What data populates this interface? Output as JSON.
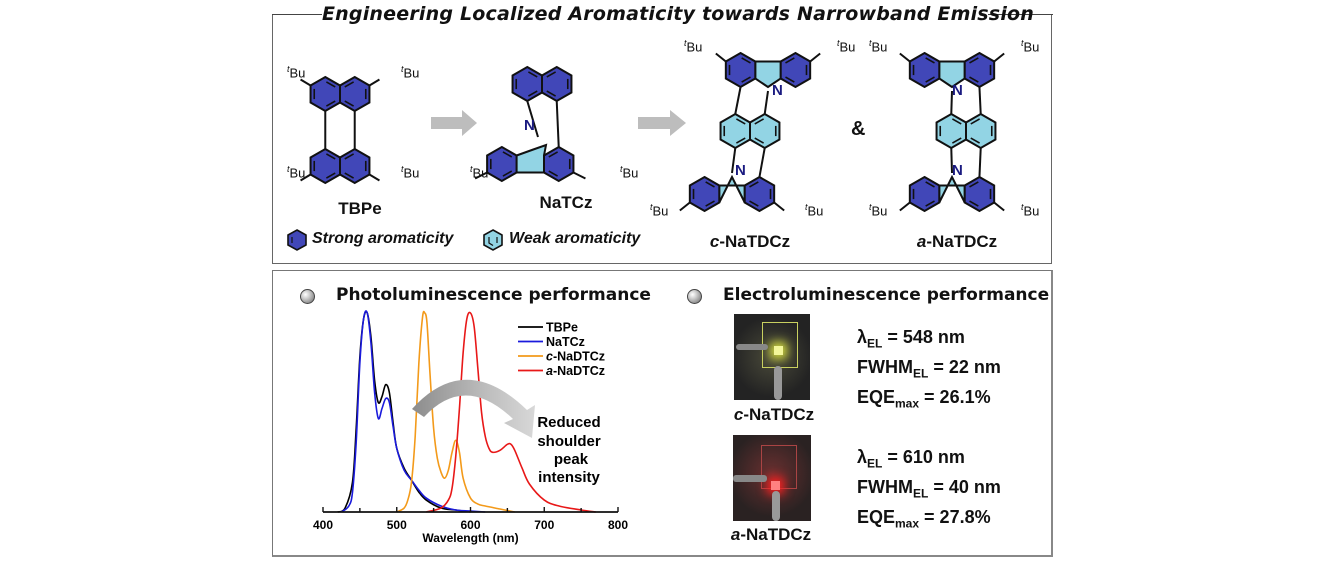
{
  "title": "Engineering Localized Aromaticity towards Narrowband Emission",
  "colors": {
    "strong_aromatic": "#4147b8",
    "weak_aromatic": "#92d4e4",
    "arrow_gray": "#bdbdbd",
    "nitrogen": "#1a1a80"
  },
  "molecules": {
    "tbpe": {
      "label": "TBPe",
      "substituent": "Bu",
      "substituent_prefix": "t"
    },
    "natcz": {
      "label": "NaTCz",
      "substituent": "Bu",
      "substituent_prefix": "t",
      "heteroatom": "N"
    },
    "c_natdcz": {
      "prefix": "c",
      "label": "-NaTDCz",
      "substituent": "Bu",
      "substituent_prefix": "t",
      "heteroatom": "N"
    },
    "a_natdcz": {
      "prefix": "a",
      "label": "-NaTDCz",
      "substituent": "Bu",
      "substituent_prefix": "t",
      "heteroatom": "N"
    },
    "ampersand": "&"
  },
  "legend": {
    "strong": "Strong aromaticity",
    "weak": "Weak aromaticity"
  },
  "pl": {
    "title": "Photoluminescence performance",
    "annotation": [
      "Reduced",
      "shoulder",
      "peak",
      "intensity"
    ]
  },
  "el": {
    "title": "Electroluminescence performance",
    "devices": [
      {
        "prefix": "c",
        "name": "-NaTDCz",
        "emission_color": "#e8f070",
        "lambda_sym": "λ",
        "lambda_sub": "EL",
        "lambda_val": " = 548 nm",
        "fwhm": "FWHM",
        "fwhm_sub": "EL",
        "fwhm_val": " = 22 nm",
        "eqe": "EQE",
        "eqe_sub": "max",
        "eqe_val": " = 26.1%"
      },
      {
        "prefix": "a",
        "name": "-NaTDCz",
        "emission_color": "#ff2a2a",
        "lambda_sym": "λ",
        "lambda_sub": "EL",
        "lambda_val": " = 610 nm",
        "fwhm": "FWHM",
        "fwhm_sub": "EL",
        "fwhm_val": " = 40 nm",
        "eqe": "EQE",
        "eqe_sub": "max",
        "eqe_val": " = 27.8%"
      }
    ]
  },
  "chart_data": {
    "type": "line",
    "title": "Photoluminescence performance",
    "xlabel": "Wavelength (nm)",
    "ylabel": "",
    "xlim": [
      400,
      800
    ],
    "ylim": [
      0,
      1.0
    ],
    "xticks": [
      400,
      500,
      600,
      700,
      800
    ],
    "grid": false,
    "legend_position": "top-right",
    "series": [
      {
        "name": "TBPe",
        "name_prefix": "",
        "color": "#000000",
        "x": [
          420,
          430,
          440,
          445,
          450,
          455,
          460,
          465,
          470,
          475,
          480,
          485,
          490,
          495,
          500,
          510,
          520,
          530,
          540,
          560,
          580,
          600
        ],
        "y": [
          0.0,
          0.02,
          0.15,
          0.42,
          0.78,
          0.97,
          1.0,
          0.88,
          0.66,
          0.55,
          0.58,
          0.64,
          0.6,
          0.45,
          0.32,
          0.22,
          0.16,
          0.1,
          0.06,
          0.02,
          0.01,
          0.0
        ]
      },
      {
        "name": "NaTCz",
        "name_prefix": "",
        "color": "#1a1adc",
        "x": [
          425,
          435,
          440,
          445,
          450,
          455,
          460,
          465,
          470,
          475,
          480,
          485,
          490,
          495,
          500,
          510,
          520,
          530,
          540,
          560,
          580,
          600,
          620
        ],
        "y": [
          0.0,
          0.03,
          0.1,
          0.35,
          0.75,
          0.97,
          1.0,
          0.85,
          0.6,
          0.47,
          0.52,
          0.57,
          0.55,
          0.43,
          0.32,
          0.21,
          0.16,
          0.11,
          0.07,
          0.03,
          0.01,
          0.005,
          0.0
        ]
      },
      {
        "name": "-NaDTCz",
        "name_prefix": "c",
        "color": "#f39a1a",
        "x": [
          500,
          510,
          515,
          520,
          525,
          530,
          535,
          538,
          541,
          545,
          550,
          555,
          560,
          565,
          570,
          575,
          580,
          585,
          590,
          600,
          610,
          620,
          640,
          660
        ],
        "y": [
          0.0,
          0.02,
          0.06,
          0.15,
          0.38,
          0.75,
          0.98,
          1.0,
          0.95,
          0.7,
          0.42,
          0.27,
          0.2,
          0.17,
          0.21,
          0.3,
          0.36,
          0.3,
          0.17,
          0.07,
          0.04,
          0.03,
          0.015,
          0.0
        ]
      },
      {
        "name": "-NaDTCz",
        "name_prefix": "a",
        "color": "#e81818",
        "x": [
          540,
          560,
          570,
          575,
          580,
          585,
          590,
          595,
          600,
          605,
          610,
          615,
          620,
          625,
          630,
          640,
          650,
          655,
          660,
          670,
          680,
          700,
          720,
          750,
          770
        ],
        "y": [
          0.0,
          0.02,
          0.06,
          0.12,
          0.28,
          0.52,
          0.8,
          0.97,
          1.0,
          0.93,
          0.72,
          0.5,
          0.38,
          0.32,
          0.3,
          0.31,
          0.34,
          0.34,
          0.31,
          0.22,
          0.14,
          0.06,
          0.03,
          0.01,
          0.0
        ]
      }
    ]
  }
}
